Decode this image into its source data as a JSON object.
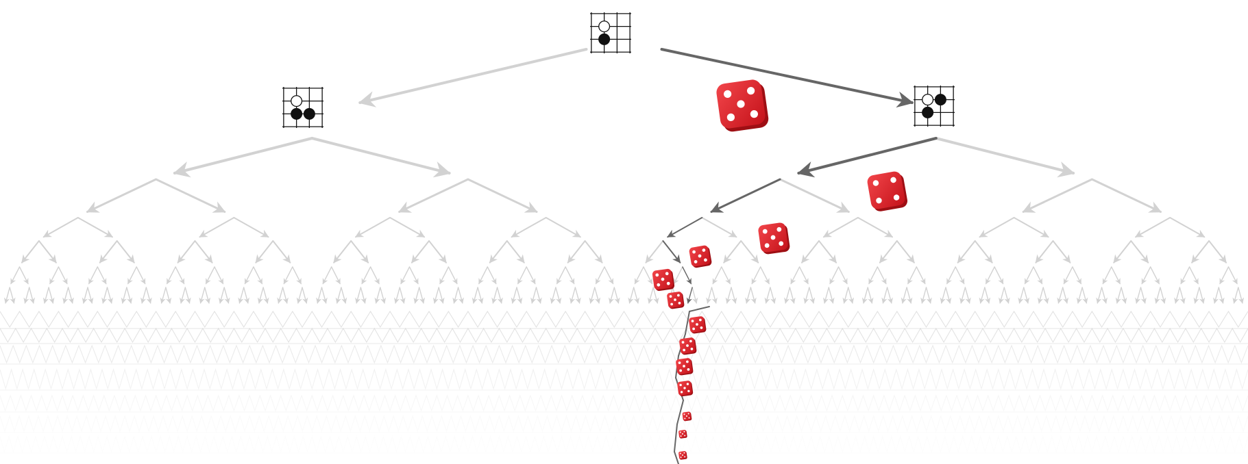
{
  "diagram": {
    "kind": "game-tree",
    "depth_levels": 9,
    "branching": 2,
    "highlighted_path": [
      "R",
      "L",
      "L",
      "L",
      "R",
      "R",
      "L",
      "L",
      "L",
      "L",
      "L"
    ],
    "colors": {
      "background": "#ffffff",
      "faded_edge": "#d2d2d2",
      "active_edge": "#666666",
      "board_line": "#111111",
      "stone_black": "#111111",
      "stone_white": "#ffffff",
      "die_red": "#d9181f",
      "die_red_dark": "#9e0f14",
      "pip": "#ffffff"
    },
    "boards": [
      {
        "name": "root-board",
        "stones": [
          {
            "c": 1,
            "r": 0,
            "color": "white"
          },
          {
            "c": 1,
            "r": 1,
            "color": "black"
          }
        ]
      },
      {
        "name": "left-child-board",
        "stones": [
          {
            "c": 1,
            "r": 0,
            "color": "white"
          },
          {
            "c": 1,
            "r": 1,
            "color": "black"
          },
          {
            "c": 2,
            "r": 1,
            "color": "black"
          }
        ]
      },
      {
        "name": "right-child-board",
        "stones": [
          {
            "c": 1,
            "r": 0,
            "color": "white"
          },
          {
            "c": 1,
            "r": 1,
            "color": "black"
          },
          {
            "c": 2,
            "r": 0,
            "color": "black"
          }
        ]
      }
    ],
    "icons": [
      "dice-icon",
      "go-board-icon"
    ]
  }
}
